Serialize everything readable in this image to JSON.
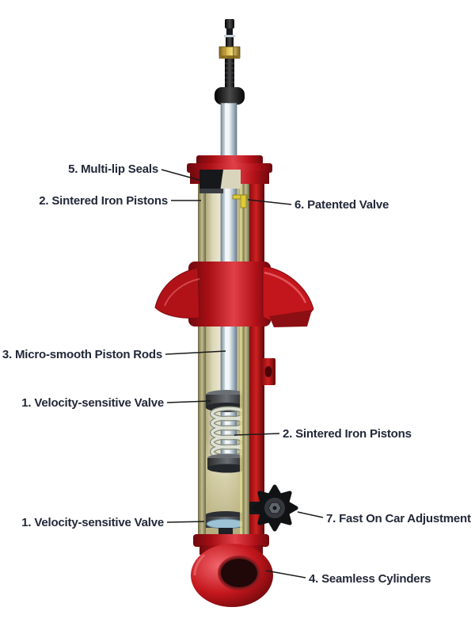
{
  "diagram": {
    "labels": [
      {
        "id": "multi-lip-seals",
        "text": "5. Multi-lip Seals"
      },
      {
        "id": "sintered-iron-pistons-top",
        "text": "2. Sintered Iron Pistons"
      },
      {
        "id": "patented-valve",
        "text": "6. Patented Valve"
      },
      {
        "id": "micro-smooth-piston-rods",
        "text": "3. Micro-smooth Piston Rods"
      },
      {
        "id": "velocity-sensitive-valve-upper",
        "text": "1. Velocity-sensitive Valve"
      },
      {
        "id": "sintered-iron-pistons-mid",
        "text": "2. Sintered Iron Pistons"
      },
      {
        "id": "velocity-sensitive-valve-lower",
        "text": "1. Velocity-sensitive Valve"
      },
      {
        "id": "fast-on-car-adjustment",
        "text": "7. Fast On Car Adjustment"
      },
      {
        "id": "seamless-cylinders",
        "text": "4. Seamless Cylinders"
      }
    ],
    "colors": {
      "body_red": "#c3161c",
      "label_text": "#222838",
      "rod_steel": "#c6d2dc",
      "inner_cylinder": "#cdc79f",
      "valve_yellow": "#decb35",
      "background": "#ffffff"
    }
  }
}
